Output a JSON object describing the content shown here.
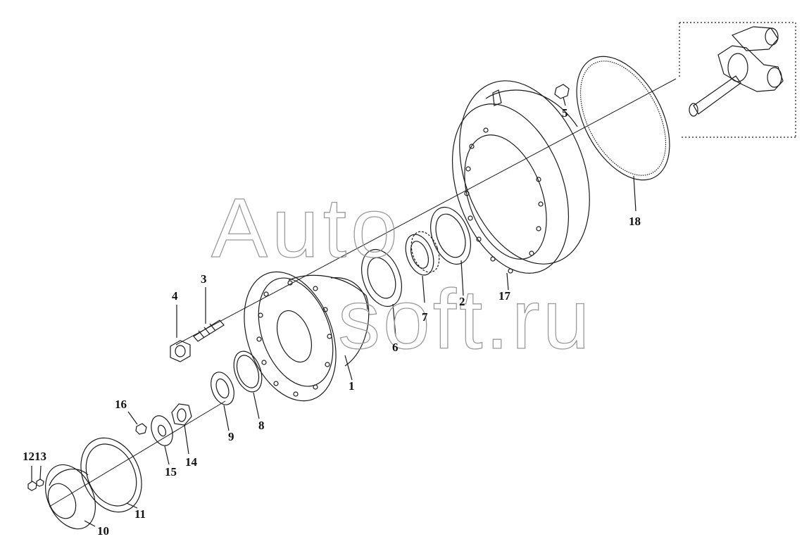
{
  "watermark": {
    "line1": "Auto",
    "line2": "soft.ru",
    "stroke": "#9a9a9a"
  },
  "line_color": "#1a1a1a",
  "callouts": [
    {
      "id": "1",
      "label": "1"
    },
    {
      "id": "2",
      "label": "2"
    },
    {
      "id": "3",
      "label": "3"
    },
    {
      "id": "4",
      "label": "4"
    },
    {
      "id": "5",
      "label": "5"
    },
    {
      "id": "6",
      "label": "6"
    },
    {
      "id": "7",
      "label": "7"
    },
    {
      "id": "8",
      "label": "8"
    },
    {
      "id": "9",
      "label": "9"
    },
    {
      "id": "10",
      "label": "10"
    },
    {
      "id": "11",
      "label": "11"
    },
    {
      "id": "1213",
      "label": "1213"
    },
    {
      "id": "14",
      "label": "14"
    },
    {
      "id": "15",
      "label": "15"
    },
    {
      "id": "16",
      "label": "16"
    },
    {
      "id": "17",
      "label": "17"
    },
    {
      "id": "18",
      "label": "18"
    }
  ]
}
